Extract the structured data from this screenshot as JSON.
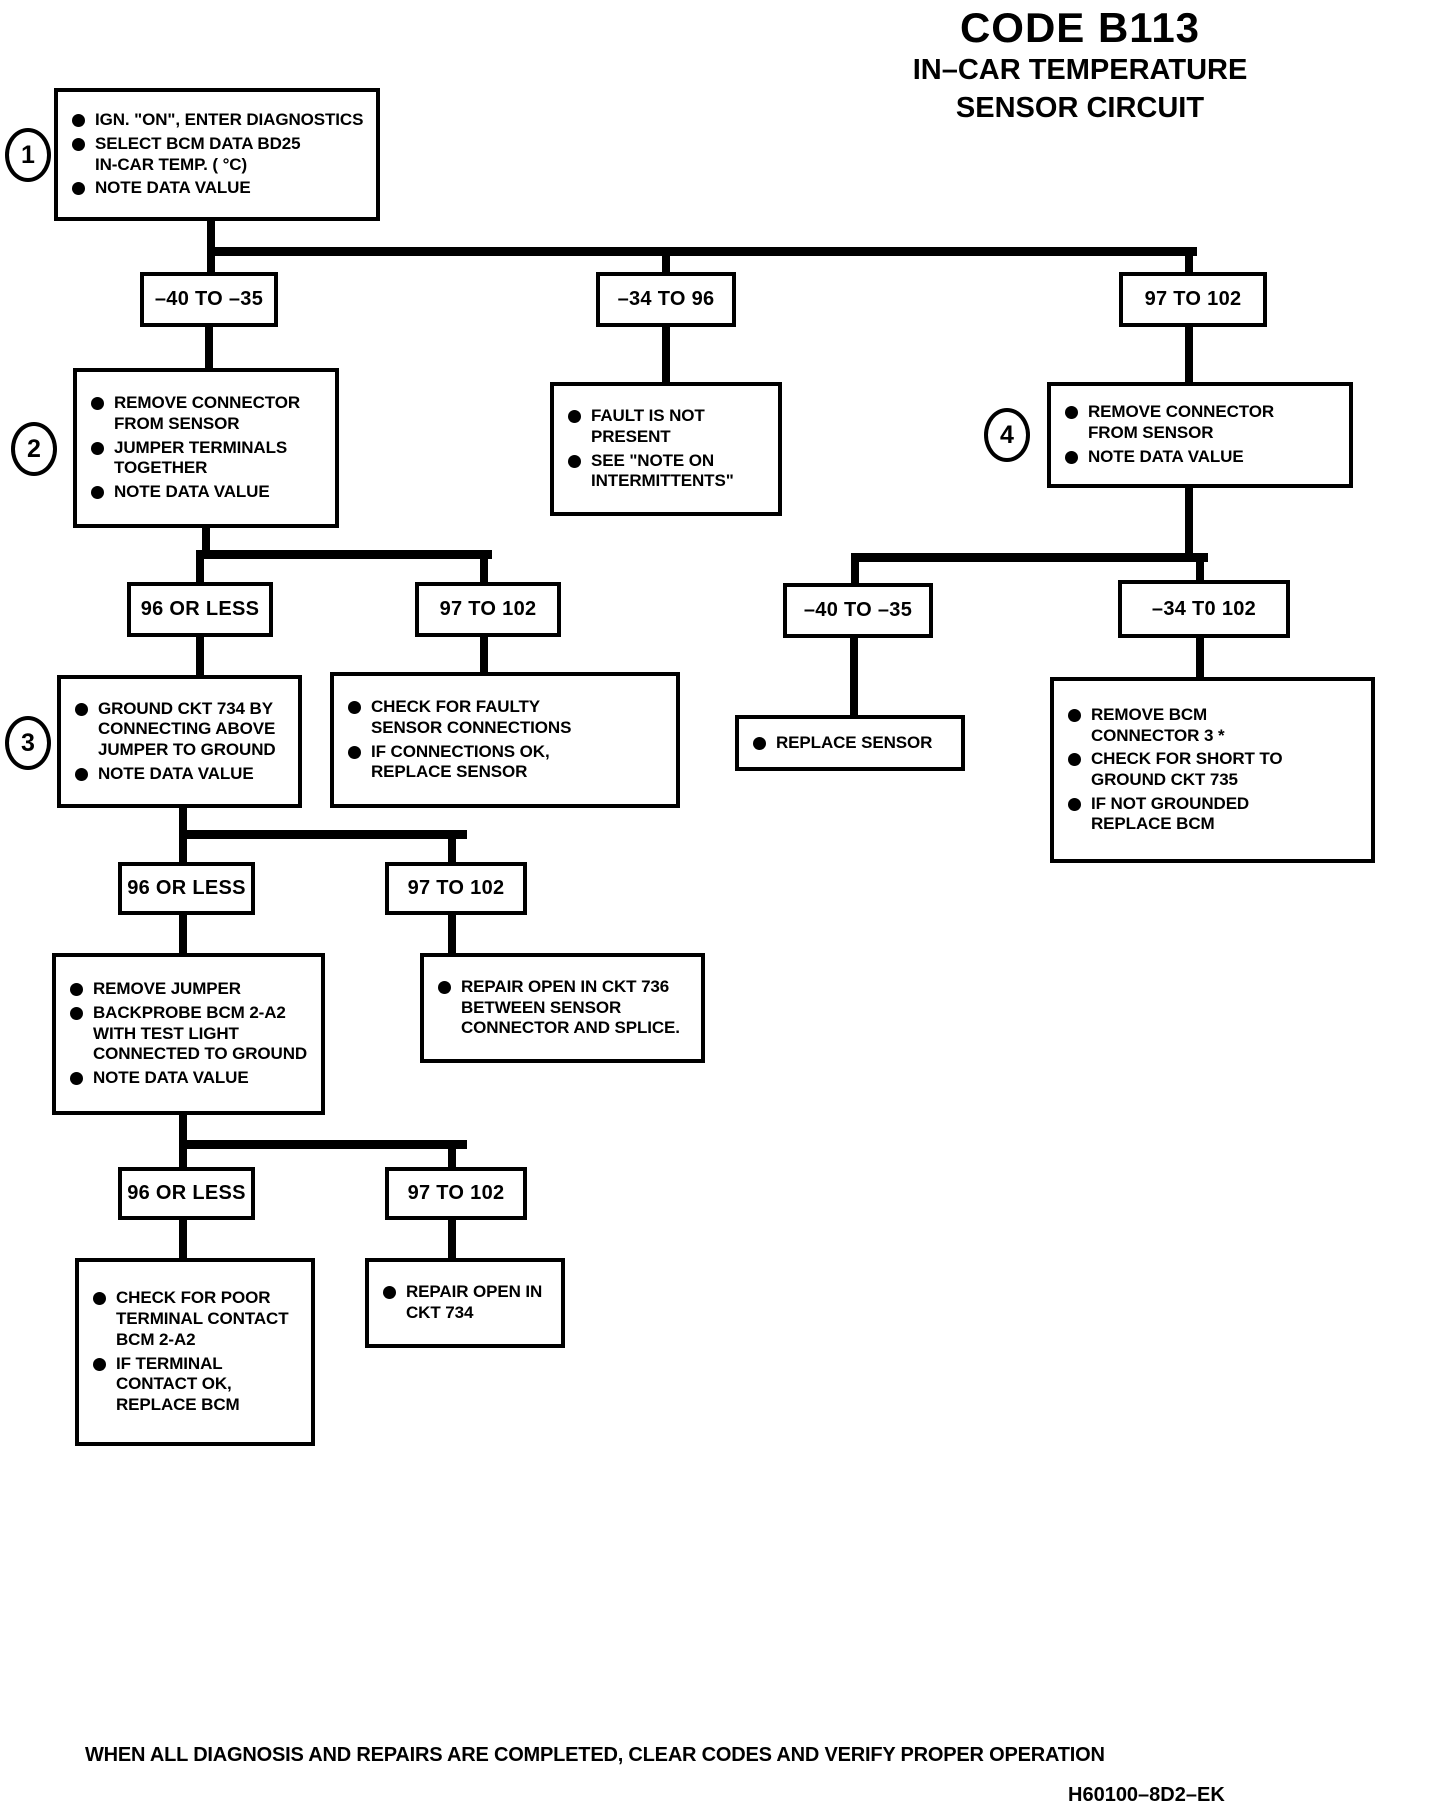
{
  "title": {
    "code": "CODE B113",
    "line1": "IN–CAR TEMPERATURE",
    "line2": "SENSOR CIRCUIT"
  },
  "steps": {
    "s1": "1",
    "s2": "2",
    "s3": "3",
    "s4": "4"
  },
  "decisions": {
    "t1_left": "–40 TO –35",
    "t1_mid": "–34 TO 96",
    "t1_right": "97 TO 102",
    "t2_left_a": "96 OR LESS",
    "t2_left_b": "97 TO 102",
    "t2_right_a": "–40 TO –35",
    "t2_right_b": "–34 T0 102",
    "t3_a": "96 OR LESS",
    "t3_b": "97 TO 102",
    "t4_a": "96 OR LESS",
    "t4_b": "97 TO 102"
  },
  "boxes": {
    "enter_diagnostics": {
      "bullets": [
        "IGN. \"ON\", ENTER DIAGNOSTICS",
        "SELECT BCM DATA BD25\nIN-CAR TEMP. ( °C)",
        "NOTE DATA VALUE"
      ]
    },
    "jumper_terminals": {
      "bullets": [
        "REMOVE CONNECTOR\nFROM SENSOR",
        "JUMPER TERMINALS\nTOGETHER",
        "NOTE DATA VALUE"
      ]
    },
    "fault_not_present": {
      "bullets": [
        "FAULT IS NOT\nPRESENT",
        "SEE \"NOTE ON\nINTERMITTENTS\""
      ]
    },
    "remove_connector": {
      "bullets": [
        "REMOVE CONNECTOR\nFROM SENSOR",
        "NOTE DATA VALUE"
      ]
    },
    "ground_ckt734": {
      "bullets": [
        "GROUND CKT 734 BY\nCONNECTING ABOVE\nJUMPER TO GROUND",
        "NOTE DATA VALUE"
      ]
    },
    "check_faulty": {
      "bullets": [
        "CHECK FOR FAULTY\nSENSOR CONNECTIONS",
        "IF CONNECTIONS OK,\nREPLACE SENSOR"
      ]
    },
    "replace_sensor": {
      "bullets": [
        "REPLACE SENSOR"
      ]
    },
    "remove_bcm": {
      "bullets": [
        "REMOVE BCM\nCONNECTOR 3 *",
        "CHECK FOR SHORT TO\nGROUND CKT 735",
        "IF NOT GROUNDED\nREPLACE BCM"
      ]
    },
    "remove_jumper": {
      "bullets": [
        "REMOVE JUMPER",
        "BACKPROBE BCM 2-A2\nWITH TEST LIGHT\nCONNECTED TO GROUND",
        "NOTE DATA VALUE"
      ]
    },
    "repair_736": {
      "bullets": [
        "REPAIR OPEN IN CKT 736\nBETWEEN SENSOR\nCONNECTOR AND SPLICE."
      ]
    },
    "poor_contact": {
      "bullets": [
        "CHECK FOR POOR\nTERMINAL CONTACT\nBCM 2-A2",
        "IF TERMINAL\nCONTACT OK,\nREPLACE BCM"
      ]
    },
    "repair_734": {
      "bullets": [
        "REPAIR OPEN IN\nCKT 734"
      ]
    }
  },
  "footer": {
    "note": "WHEN ALL DIAGNOSIS AND REPAIRS ARE COMPLETED, CLEAR CODES AND VERIFY PROPER OPERATION",
    "doc_id": "H60100–8D2–EK"
  },
  "colors": {
    "ink": "#000000",
    "paper": "#ffffff"
  }
}
